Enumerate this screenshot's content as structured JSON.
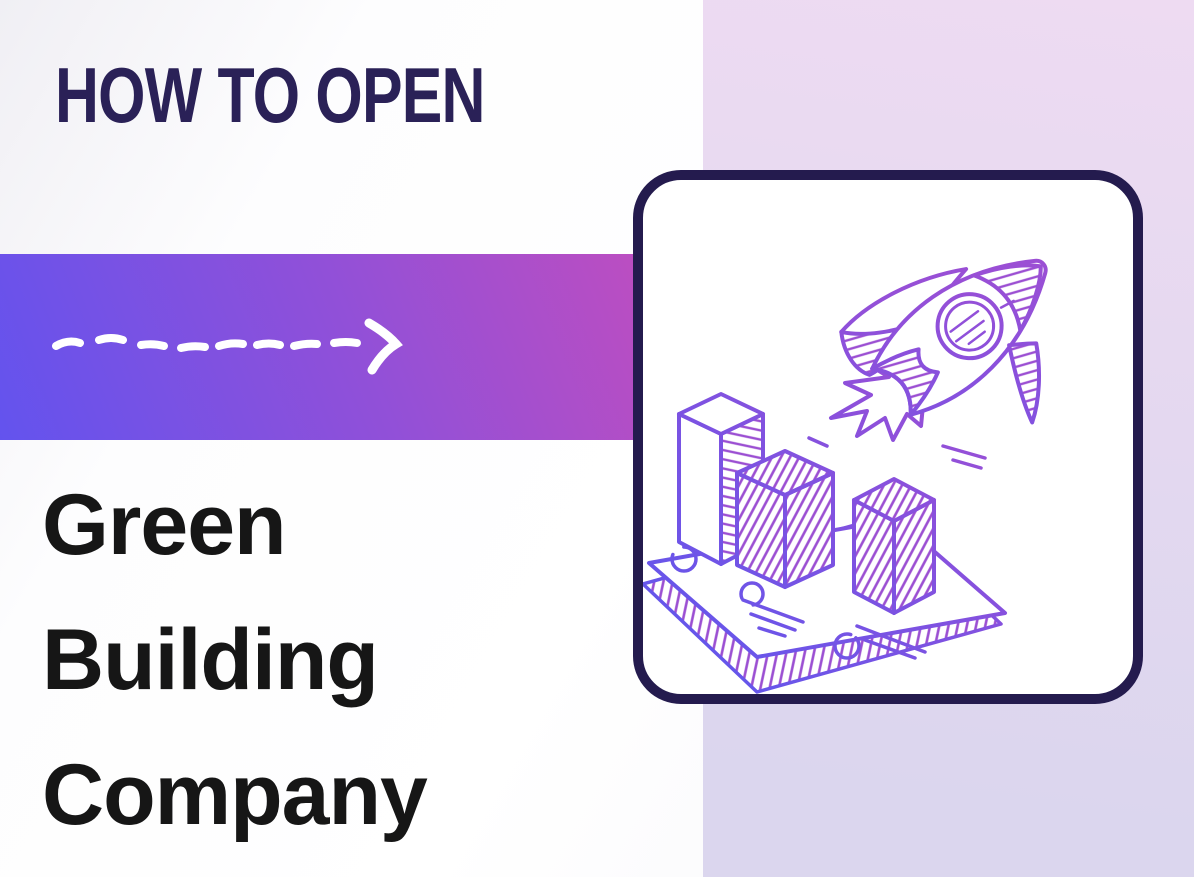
{
  "page": {
    "kicker": "HOW TO OPEN",
    "headline_lines": [
      "Green",
      "Building",
      "Company"
    ]
  },
  "colors": {
    "kicker_text": "#2a2157",
    "headline_text": "#161616",
    "band_from": "#6353ee",
    "band_mid": "#9150d8",
    "band_to": "#bc4ec1",
    "arrow": "#ffffff",
    "panel_top": "#eedbf2",
    "panel_bottom": "#dbd6ee",
    "card_border": "#241b4e",
    "ink_a": "#5b57ef",
    "ink_b": "#8d50db",
    "ink_c": "#c64cc0",
    "hatch_line": "#9b4fd2"
  },
  "illustration": {
    "description": "Hand-drawn sketch of a rocket launching above an isometric bar chart on a tilted platform",
    "elements": [
      "rocket",
      "porthole",
      "flame",
      "tall-bar",
      "medium-bar",
      "small-bar",
      "platform",
      "under-sheet",
      "speed-dashes",
      "circles"
    ]
  }
}
